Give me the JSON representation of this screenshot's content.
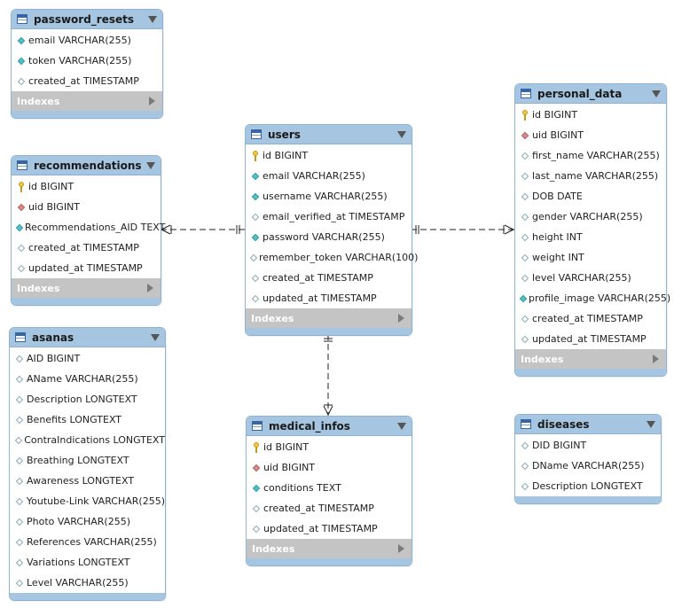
{
  "indexes_label": "Indexes",
  "tables": [
    {
      "name": "password_resets",
      "columns": [
        {
          "icon": "nn",
          "label": "email VARCHAR(255)"
        },
        {
          "icon": "nn",
          "label": "token VARCHAR(255)"
        },
        {
          "icon": "nul",
          "label": "created_at TIMESTAMP"
        }
      ]
    },
    {
      "name": "recommendations",
      "columns": [
        {
          "icon": "pk",
          "label": "id BIGINT"
        },
        {
          "icon": "fk",
          "label": "uid BIGINT"
        },
        {
          "icon": "nn",
          "label": "Recommendations_AID TEXT"
        },
        {
          "icon": "nul",
          "label": "created_at TIMESTAMP"
        },
        {
          "icon": "nul",
          "label": "updated_at TIMESTAMP"
        }
      ]
    },
    {
      "name": "asanas",
      "columns": [
        {
          "icon": "nul",
          "label": "AID BIGINT"
        },
        {
          "icon": "nul",
          "label": "AName VARCHAR(255)"
        },
        {
          "icon": "nul",
          "label": "Description LONGTEXT"
        },
        {
          "icon": "nul",
          "label": "Benefits LONGTEXT"
        },
        {
          "icon": "nul",
          "label": "ContraIndications LONGTEXT"
        },
        {
          "icon": "nul",
          "label": "Breathing LONGTEXT"
        },
        {
          "icon": "nul",
          "label": "Awareness LONGTEXT"
        },
        {
          "icon": "nul",
          "label": "Youtube-Link VARCHAR(255)"
        },
        {
          "icon": "nul",
          "label": "Photo VARCHAR(255)"
        },
        {
          "icon": "nul",
          "label": "References VARCHAR(255)"
        },
        {
          "icon": "nul",
          "label": "Variations LONGTEXT"
        },
        {
          "icon": "nul",
          "label": "Level VARCHAR(255)"
        }
      ]
    },
    {
      "name": "users",
      "columns": [
        {
          "icon": "pk",
          "label": "id BIGINT"
        },
        {
          "icon": "nn",
          "label": "email VARCHAR(255)"
        },
        {
          "icon": "nn",
          "label": "username VARCHAR(255)"
        },
        {
          "icon": "nul",
          "label": "email_verified_at TIMESTAMP"
        },
        {
          "icon": "nn",
          "label": "password VARCHAR(255)"
        },
        {
          "icon": "nul",
          "label": "remember_token VARCHAR(100)"
        },
        {
          "icon": "nul",
          "label": "created_at TIMESTAMP"
        },
        {
          "icon": "nul",
          "label": "updated_at TIMESTAMP"
        }
      ]
    },
    {
      "name": "medical_infos",
      "columns": [
        {
          "icon": "pk",
          "label": "id BIGINT"
        },
        {
          "icon": "fk",
          "label": "uid BIGINT"
        },
        {
          "icon": "nn",
          "label": "conditions TEXT"
        },
        {
          "icon": "nul",
          "label": "created_at TIMESTAMP"
        },
        {
          "icon": "nul",
          "label": "updated_at TIMESTAMP"
        }
      ]
    },
    {
      "name": "personal_data",
      "columns": [
        {
          "icon": "pk",
          "label": "id BIGINT"
        },
        {
          "icon": "fk",
          "label": "uid BIGINT"
        },
        {
          "icon": "nul",
          "label": "first_name VARCHAR(255)"
        },
        {
          "icon": "nul",
          "label": "last_name VARCHAR(255)"
        },
        {
          "icon": "nul",
          "label": "DOB DATE"
        },
        {
          "icon": "nul",
          "label": "gender VARCHAR(255)"
        },
        {
          "icon": "nul",
          "label": "height INT"
        },
        {
          "icon": "nul",
          "label": "weight INT"
        },
        {
          "icon": "nul",
          "label": "level VARCHAR(255)"
        },
        {
          "icon": "nn",
          "label": "profile_image VARCHAR(255)"
        },
        {
          "icon": "nul",
          "label": "created_at TIMESTAMP"
        },
        {
          "icon": "nul",
          "label": "updated_at TIMESTAMP"
        }
      ]
    },
    {
      "name": "diseases",
      "columns": [
        {
          "icon": "nul",
          "label": "DID BIGINT"
        },
        {
          "icon": "nul",
          "label": "DName VARCHAR(255)"
        },
        {
          "icon": "nul",
          "label": "Description LONGTEXT"
        }
      ]
    }
  ],
  "relationships": [
    {
      "from": "users",
      "to": "recommendations",
      "from_end": "one",
      "to_end": "many"
    },
    {
      "from": "users",
      "to": "personal_data",
      "from_end": "one",
      "to_end": "many"
    },
    {
      "from": "users",
      "to": "medical_infos",
      "from_end": "one",
      "to_end": "many"
    }
  ]
}
